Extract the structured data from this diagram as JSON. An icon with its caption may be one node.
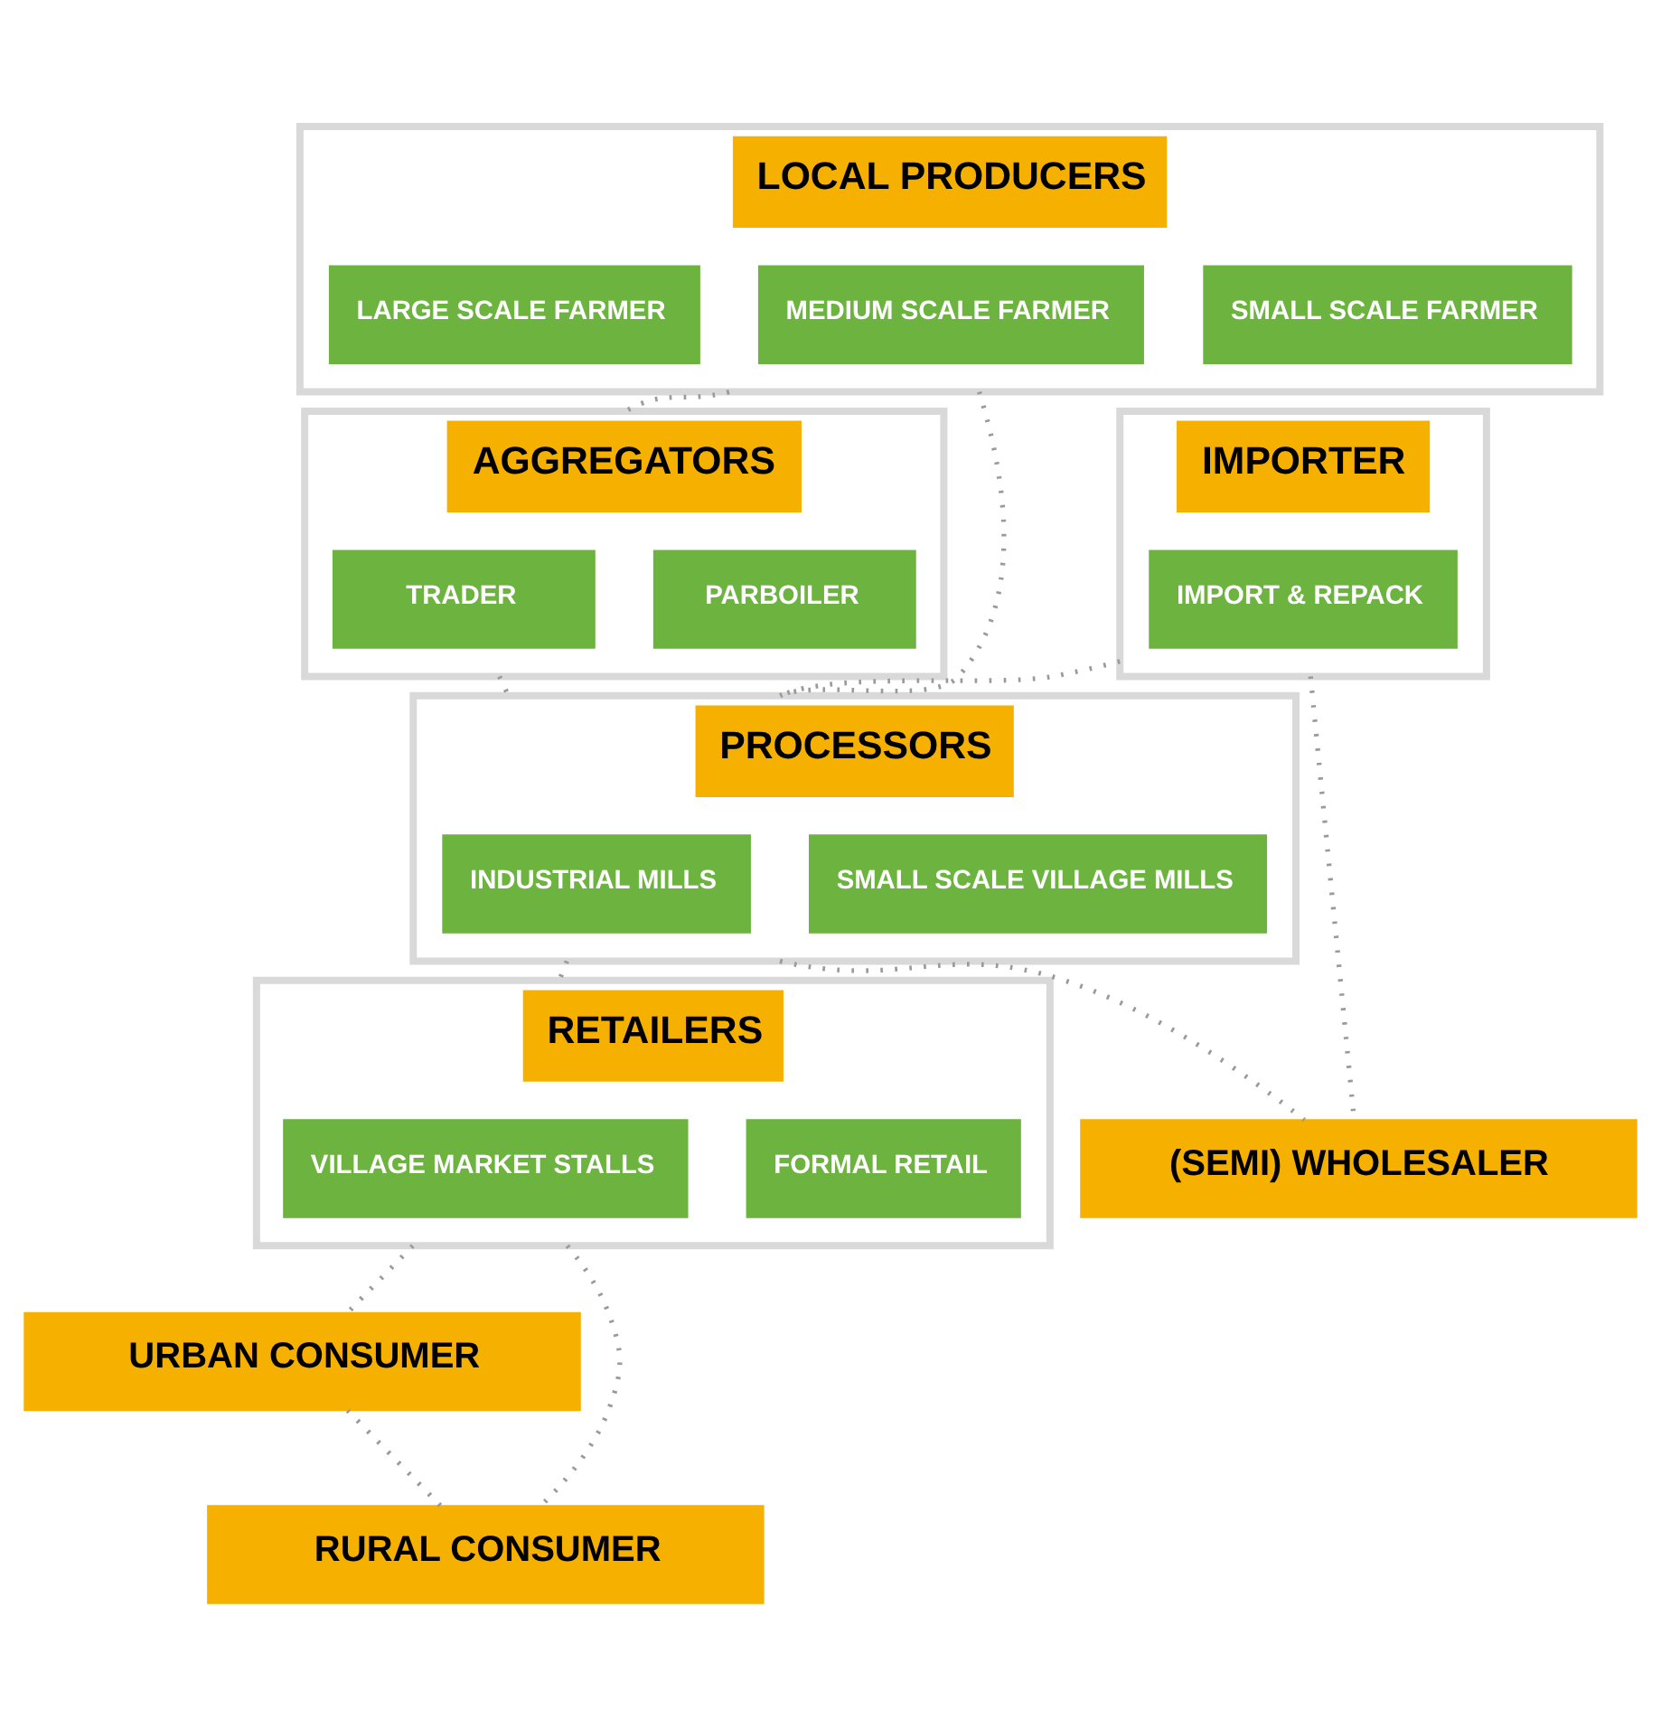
{
  "diagram": {
    "nodes": [
      {
        "text": [
          "LOCAL PRODUCERS"
        ]
      },
      {
        "text": [
          "SMALL SCALE FARMER"
        ],
        "in": 0
      },
      {
        "text": [
          "MEDIUM SCALE FARMER"
        ],
        "in": 0
      },
      {
        "text": [
          "LARGE SCALE FARMER"
        ],
        "in": 0
      },
      {
        "text": [
          "AGGREGATORS"
        ]
      },
      {
        "text": [
          "PARBOILER"
        ],
        "in": 4
      },
      {
        "text": [
          "TRADER"
        ],
        "in": 4
      },
      {
        "text": [
          "IMPORTER"
        ]
      },
      {
        "text": [
          "IMPORT & REPACK"
        ],
        "in": 7
      },
      {
        "text": [
          "PROCESSORS"
        ]
      },
      {
        "text": [
          "SMALL SCALE VILLAGE MILLS"
        ],
        "in": 9
      },
      {
        "text": [
          "INDUSTRIAL MILLS"
        ],
        "in": 9
      },
      {
        "text": [
          "(SEMI) WHOLESALER"
        ]
      },
      {
        "text": [
          "RETAILERS"
        ]
      },
      {
        "text": [
          "FORMAL RETAIL"
        ],
        "in": 13
      },
      {
        "text": [
          "VILLAGE MARKET STALLS"
        ],
        "in": 13
      },
      {
        "text": [
          "URBAN CONSUMER"
        ]
      },
      {
        "text": [
          "RURAL CONSUMER"
        ]
      }
    ],
    "edges": [
      {
        "from": 0,
        "to": 4,
        "arrow": "none"
      },
      {
        "from": 0,
        "to": 9,
        "arrow": "none"
      },
      {
        "from": 4,
        "to": 9,
        "arrow": "none"
      },
      {
        "from": 7,
        "to": 9,
        "arrow": "none"
      },
      {
        "from": 7,
        "to": 12,
        "arrow": "none"
      },
      {
        "from": 9,
        "to": 12,
        "arrow": "none"
      },
      {
        "from": 9,
        "to": 13,
        "arrow": "none"
      },
      {
        "from": 13,
        "to": 16,
        "arrow": "none"
      },
      {
        "from": 13,
        "to": 17,
        "arrow": "none"
      },
      {
        "from": 16,
        "to": 17,
        "arrow": "none"
      }
    ]
  }
}
